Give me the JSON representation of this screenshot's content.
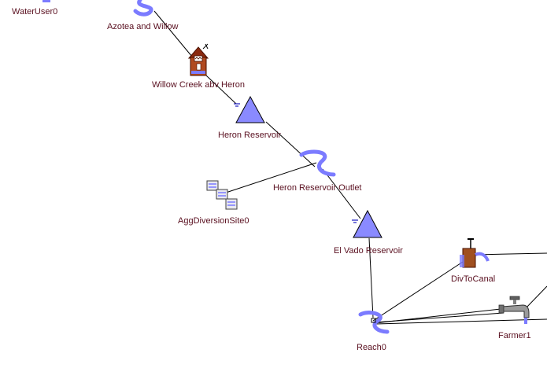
{
  "colors": {
    "label": "#5a1020",
    "link": "#000000",
    "water": "#7b7bff",
    "reservoir": "#8a8aff"
  },
  "nodes": [
    {
      "id": "wateruser0",
      "label": "WaterUser0",
      "icon": "water-user-icon"
    },
    {
      "id": "azotea",
      "label": "Azotea and Willow",
      "icon": "reach-icon"
    },
    {
      "id": "willow-creek",
      "label": "Willow Creek abv Heron",
      "icon": "stream-gage-icon"
    },
    {
      "id": "heron-res",
      "label": "Heron Reservoir",
      "icon": "reservoir-icon"
    },
    {
      "id": "heron-outlet",
      "label": "Heron Reservoir Outlet",
      "icon": "reach-icon"
    },
    {
      "id": "agg-div",
      "label": "AggDiversionSite0",
      "icon": "aggregate-diversion-icon"
    },
    {
      "id": "el-vado",
      "label": "El Vado Reservoir",
      "icon": "reservoir-icon"
    },
    {
      "id": "div-canal",
      "label": "DivToCanal",
      "icon": "diversion-icon"
    },
    {
      "id": "reach0",
      "label": "Reach0",
      "icon": "reach-icon"
    },
    {
      "id": "farmer1",
      "label": "Farmer1",
      "icon": "faucet-icon"
    }
  ]
}
